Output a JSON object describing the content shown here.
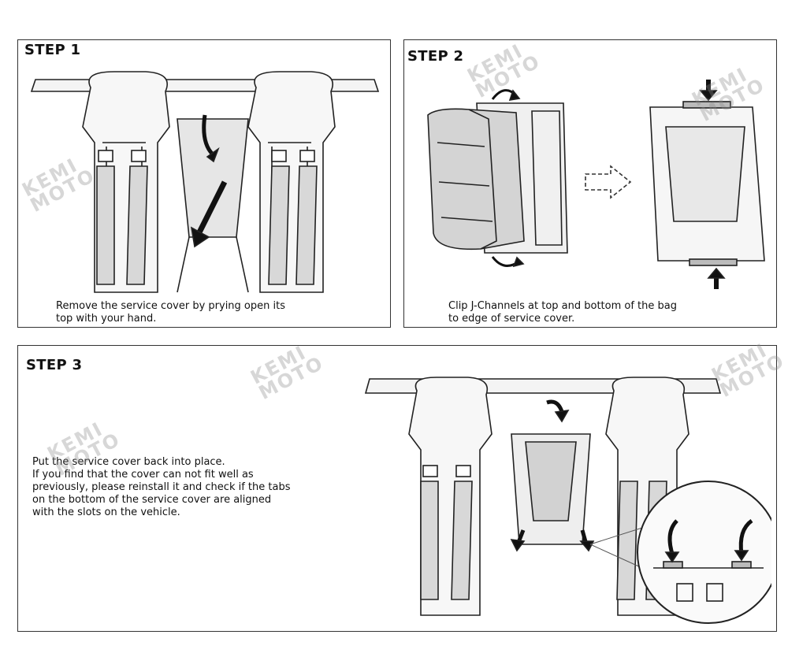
{
  "steps": [
    {
      "title": "STEP 1",
      "caption_lines": [
        "Remove the service cover by prying open its",
        "top with your hand."
      ]
    },
    {
      "title": "STEP 2",
      "caption_lines": [
        "Clip J-Channels at top and bottom of the bag",
        "to edge of service cover."
      ]
    },
    {
      "title": "STEP 3",
      "caption_lines": [
        "Put the service cover back into place.",
        "If you find that the cover can not fit well as",
        "previously, please reinstall it and check if the tabs",
        "on the bottom of the service cover are aligned",
        "with the slots on the vehicle."
      ]
    }
  ],
  "watermark": {
    "line1": "KEMI",
    "line2": "MOTO"
  },
  "icons": [
    "curved-arrow-icon",
    "straight-arrow-icon",
    "rotate-arrow-icon",
    "dashed-arrow-icon",
    "magnify-callout-icon"
  ]
}
